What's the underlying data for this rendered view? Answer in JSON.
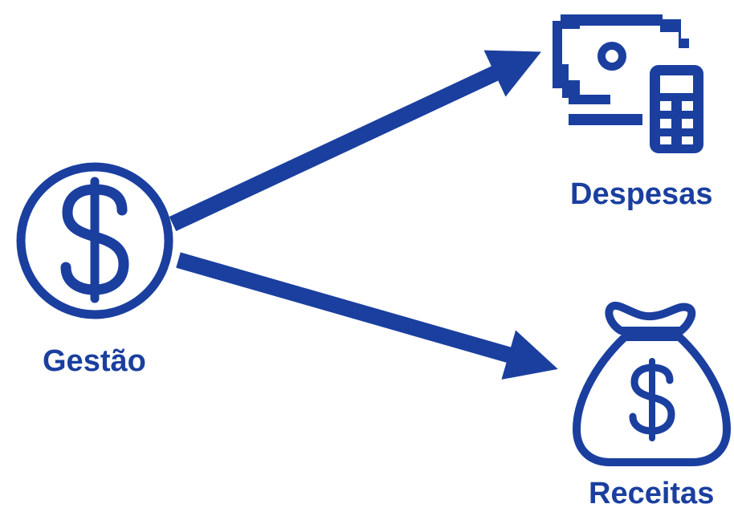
{
  "colors": {
    "primary": "#1a3f9f",
    "background": "#ffffff"
  },
  "nodes": {
    "source": {
      "label": "Gestão",
      "icon": "dollar-circle-icon"
    },
    "top_target": {
      "label": "Despesas",
      "icon": "cash-calculator-icon"
    },
    "bottom_target": {
      "label": "Receitas",
      "icon": "money-bag-icon"
    }
  }
}
